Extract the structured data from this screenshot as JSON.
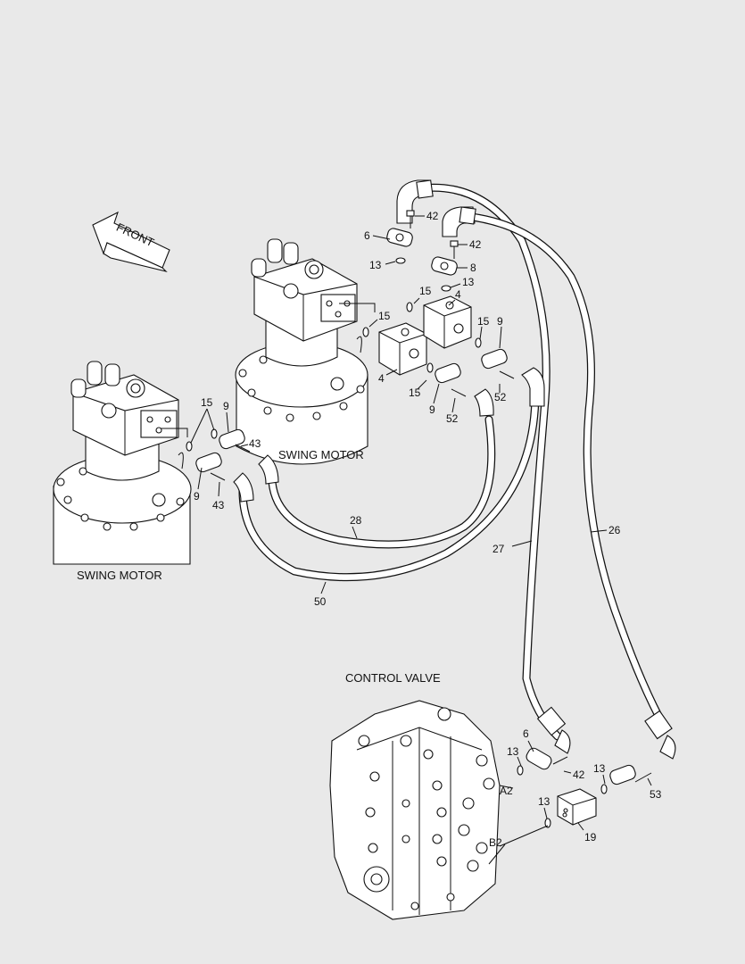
{
  "captions": {
    "front": "FRONT",
    "swing_motor_left": "SWING MOTOR",
    "swing_motor_right": "SWING MOTOR",
    "control_valve": "CONTROL VALVE"
  },
  "part_numbers": {
    "p42a": "42",
    "p6a": "6",
    "p13a": "13",
    "p42b": "42",
    "p8": "8",
    "p13b": "13",
    "p15a": "15",
    "p4a": "4",
    "p15b": "15",
    "p15c": "15",
    "p9a": "9",
    "p4b": "4",
    "p15d": "15",
    "p52a": "52",
    "p9b": "9",
    "p52b": "52",
    "p15e": "15",
    "p9c": "9",
    "p43a": "43",
    "p9d": "9",
    "p43b": "43",
    "p28": "28",
    "p27": "27",
    "p26": "26",
    "p50": "50",
    "p6b": "6",
    "p13c": "13",
    "p42c": "42",
    "p13d": "13",
    "p53": "53",
    "pA2": "A2",
    "p13e": "13",
    "p19": "19",
    "pB2": "B2"
  }
}
